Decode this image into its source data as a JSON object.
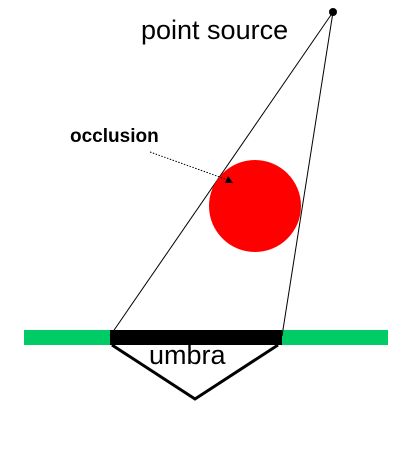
{
  "labels": {
    "point_source": "point source",
    "occlusion": "occlusion",
    "umbra": "umbra"
  },
  "colors": {
    "ground": "#00cc66",
    "occluder": "#ff0000",
    "umbra_band": "#000000",
    "lines": "#000000"
  }
}
